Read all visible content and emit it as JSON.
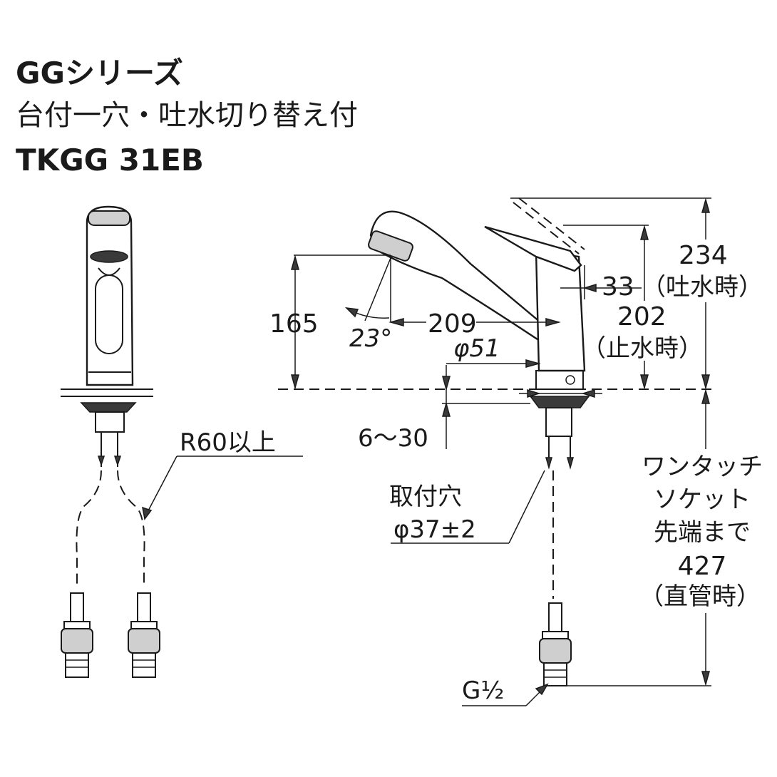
{
  "header": {
    "series": "GGシリーズ",
    "type": "台付一穴・吐水切り替え付",
    "model": "TKGG 31EB"
  },
  "dimensions": {
    "height_spout": "165",
    "angle": "23°",
    "reach": "209",
    "base_diameter": "φ51",
    "offset": "33",
    "height_open_value": "234",
    "height_open_note": "（吐水時）",
    "height_closed_value": "202",
    "height_closed_note": "（止水時）",
    "deck_thickness": "6～30",
    "bend_radius": "R60以上",
    "hole_label": "取付穴",
    "hole_diameter": "φ37±2",
    "socket_line1": "ワンタッチ",
    "socket_line2": "ソケット",
    "socket_line3": "先端まで",
    "socket_value": "427",
    "socket_note": "（直管時）",
    "thread": "G½"
  }
}
